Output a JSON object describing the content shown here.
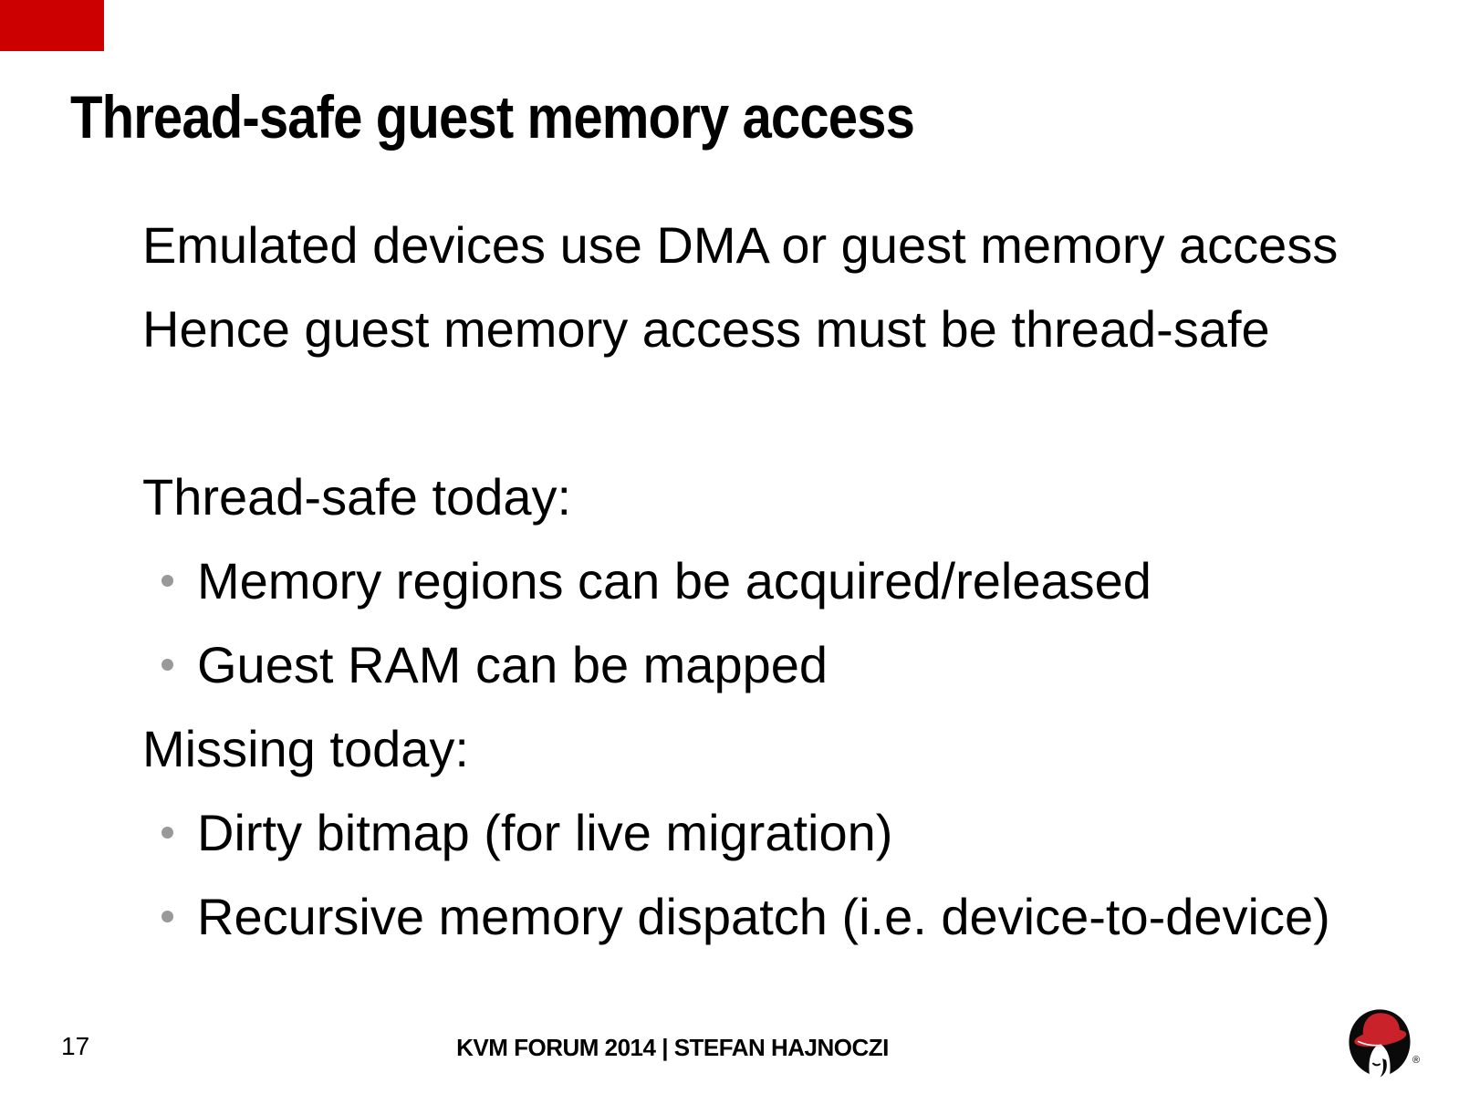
{
  "slide": {
    "title": "Thread-safe guest memory access",
    "body_lines": [
      {
        "type": "text",
        "text": "Emulated devices use DMA or guest memory access"
      },
      {
        "type": "text",
        "text": "Hence guest memory access must be thread-safe"
      },
      {
        "type": "spacer",
        "text": ""
      },
      {
        "type": "text",
        "text": "Thread-safe today:"
      },
      {
        "type": "bullet",
        "text": "Memory regions can be acquired/released"
      },
      {
        "type": "bullet",
        "text": "Guest RAM can be mapped"
      },
      {
        "type": "text",
        "text": "Missing today:"
      },
      {
        "type": "bullet",
        "text": "Dirty bitmap (for live migration)"
      },
      {
        "type": "bullet",
        "text": "Recursive memory dispatch (i.e. device-to-device)"
      }
    ],
    "footer": {
      "page_number": "17",
      "center_text": "KVM FORUM 2014 | STEFAN HAJNOCZI",
      "registered_mark": "®"
    },
    "logo": {
      "name": "redhat-shadowman-logo"
    },
    "colors": {
      "accent_red": "#cc0000",
      "hat_red": "#c9222a",
      "bullet_gray": "#999999",
      "text": "#000000",
      "background": "#ffffff"
    }
  }
}
